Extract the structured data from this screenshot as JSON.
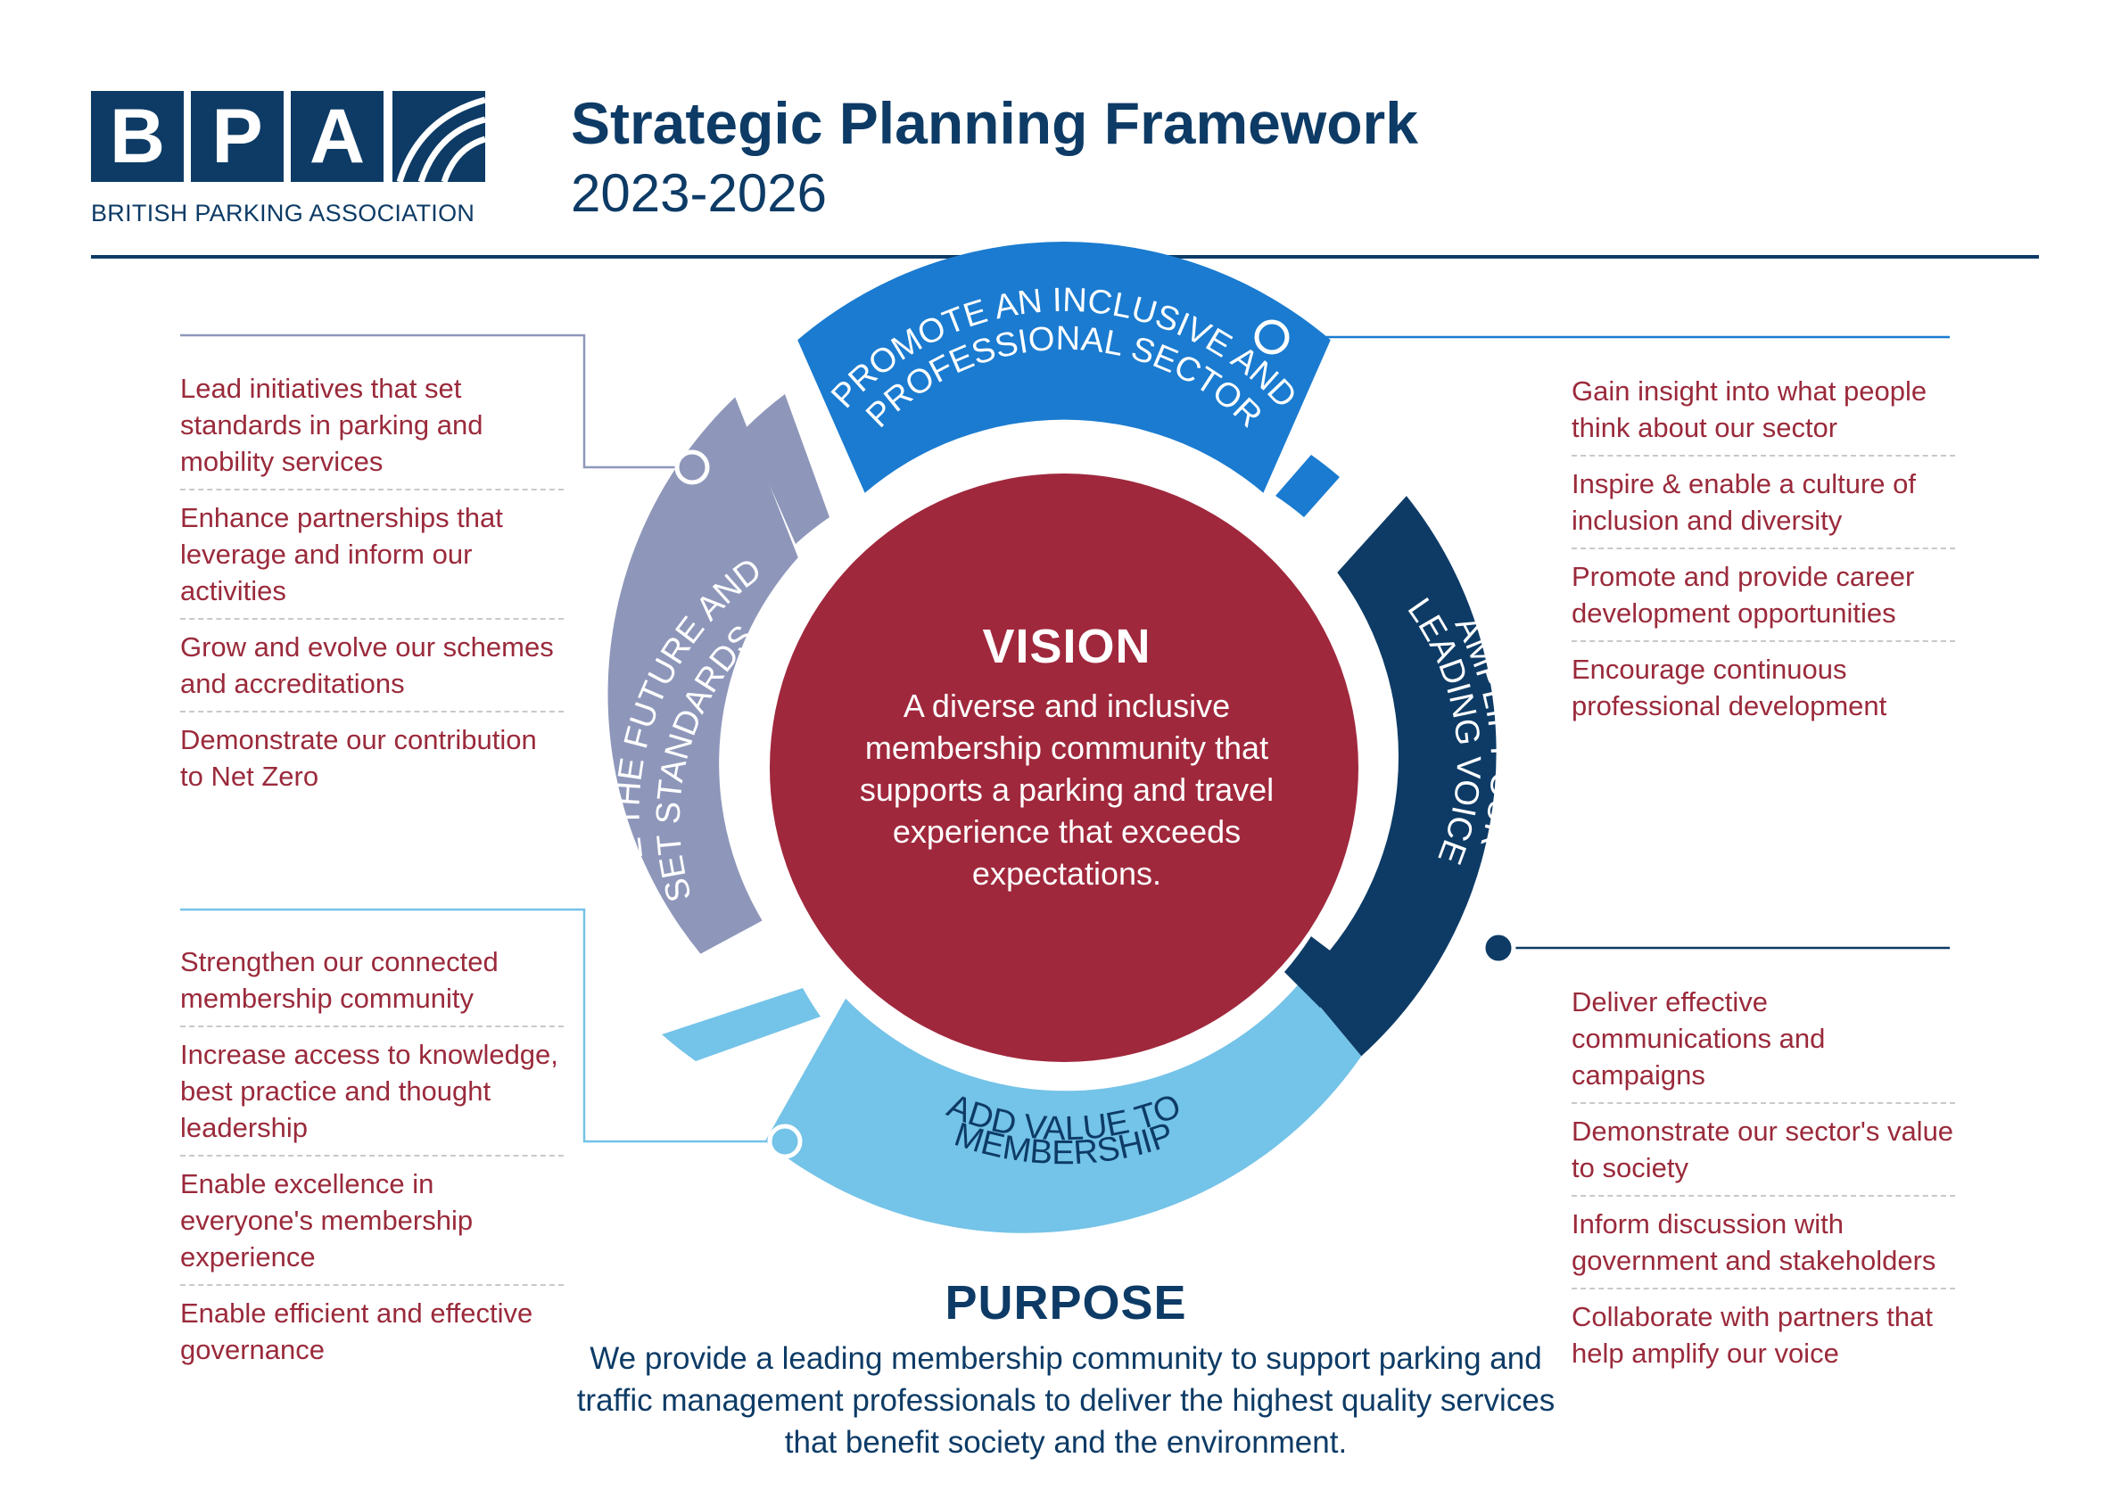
{
  "header": {
    "logo_letters": [
      "B",
      "P",
      "A"
    ],
    "logo_subtitle": "BRITISH PARKING ASSOCIATION",
    "title": "Strategic Planning Framework",
    "years": "2023-2026"
  },
  "colors": {
    "navy": "#0d3b66",
    "bright_blue": "#1a7bd0",
    "light_blue": "#74c3e8",
    "lavender": "#8e97ba",
    "crimson": "#a0283c",
    "list_text": "#9a2a3b"
  },
  "wheel": {
    "segments": {
      "promote": "PROMOTE AN INCLUSIVE AND PROFESSIONAL SECTOR",
      "shape": "SHAPE THE FUTURE AND SET STANDARDS",
      "amplify": "AMPLIFY OUR LEADING VOICE",
      "add_value": "ADD VALUE TO MEMBERSHIP"
    },
    "segment_lines": {
      "promote": [
        "PROMOTE AN INCLUSIVE AND",
        "PROFESSIONAL SECTOR"
      ],
      "shape": [
        "SHAPE THE FUTURE AND",
        "SET STANDARDS"
      ],
      "amplify": [
        "AMPLIFY OUR",
        "LEADING VOICE"
      ],
      "add_value": [
        "ADD VALUE TO",
        "MEMBERSHIP"
      ]
    }
  },
  "vision": {
    "title": "VISION",
    "text": "A diverse and inclusive membership community that supports a parking and travel experience that exceeds expectations."
  },
  "lists": {
    "shape": [
      "Lead initiatives that set standards in parking and mobility services",
      "Enhance partnerships that leverage and inform our activities",
      "Grow and evolve our schemes and accreditations",
      "Demonstrate our contribution to Net Zero"
    ],
    "add_value": [
      "Strengthen our connected membership community",
      "Increase access to knowledge, best practice and thought leadership",
      "Enable excellence in everyone's membership experience",
      "Enable efficient and effective governance"
    ],
    "promote": [
      "Gain insight into what people think about our sector",
      "Inspire & enable a culture of inclusion and diversity",
      "Promote and provide career development opportunities",
      "Encourage continuous professional development"
    ],
    "amplify": [
      "Deliver effective communications and campaigns",
      "Demonstrate our sector's value to society",
      "Inform discussion with government and stakeholders",
      "Collaborate with partners that help amplify our voice"
    ]
  },
  "purpose": {
    "title": "PURPOSE",
    "text": "We provide a leading membership community to support parking and traffic management professionals to deliver the highest quality services that benefit society and the environment."
  }
}
